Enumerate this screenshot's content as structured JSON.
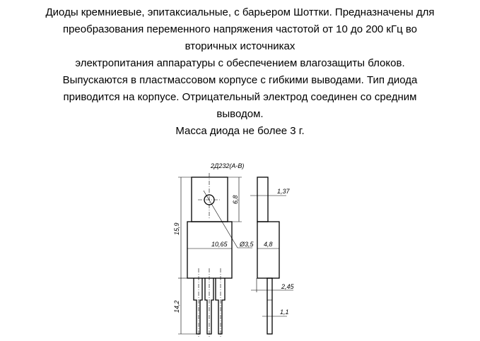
{
  "description_lines": [
    "Диоды кремниевые, эпитаксиальные, с барьером Шоттки. Предназначены для",
    "преобразования переменного напряжения частотой от 10 до 200 кГц во",
    "вторичных источниках",
    "электропитания аппаратуры с обеспечением влагозащиты блоков.",
    "Выпускаются в пластмассовом корпусе с гибкими выводами. Тип диода",
    "приводится на корпусе. Отрицательный электрод соединен со средним",
    "выводом.",
    "Масса диода не более 3 г."
  ],
  "drawing": {
    "title": "2Д232(А-В)",
    "dims": {
      "height_total": "15,9",
      "tab_height": "6,8",
      "body_width": "10,65",
      "hole_diameter": "Ø3,5",
      "side_width": "4,8",
      "tab_thickness": "1,37",
      "lead_width": "2,45",
      "lead_thickness": "1,1",
      "lead_length": "14,2"
    }
  }
}
